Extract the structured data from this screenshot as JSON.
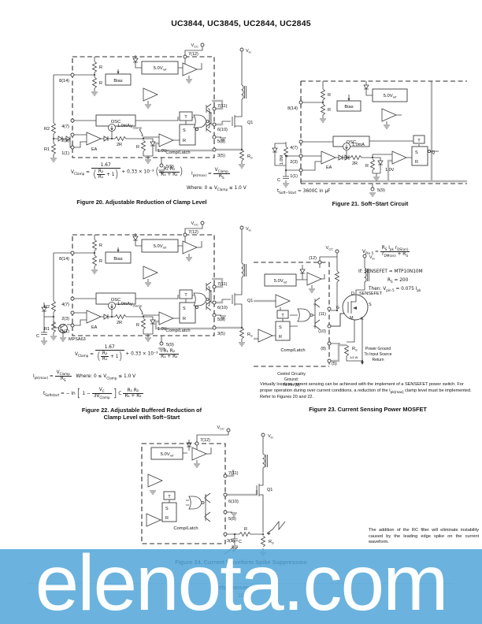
{
  "page": {
    "title": "UC3844, UC3845, UC2844, UC2845"
  },
  "sym": {
    "v": "V",
    "cc": "CC",
    "in": "in",
    "vref": "5.0V",
    "ref": "ref",
    "r": "R",
    "r2": "R2",
    "r1": "R1",
    "rs": "R",
    "s_sub": "S",
    "bias": "Bias",
    "osc": "OSC",
    "ea": "EA",
    "ma": "1.0mA",
    "two_r": "2R",
    "one_v": "1.0V",
    "comp_latch": "Comp/Latch",
    "t": "T",
    "s": "S",
    "q": "Q",
    "q1": "Q1",
    "c": "C",
    "clamp": "Clamp",
    "mpsa63": "MPSA63",
    "one_m": "1.0M"
  },
  "f20": {
    "pins": {
      "p712": "7(12)",
      "p814": "8(14)",
      "p47": "4(7)",
      "p23": "2(3)",
      "p11": "1(1)",
      "p711": "7(11)",
      "p610": "6(10)",
      "p58": "5(8)",
      "p35": "3(5)",
      "p59": "5(9)"
    },
    "formula": {
      "lhs": "V",
      "lhs_sub": "Clamp",
      "eq": "=",
      "n1": "1.67",
      "dfn": "R₂",
      "dfd": "R₁",
      "plus1": "+ 1",
      "mid": "+ 0.33 × 10⁻³",
      "p2n": "R₁ R₂",
      "p2d": "R₁ + R₂",
      "ipk": "I",
      "ipk_sub": "pk(max)",
      "eq2": "=",
      "ipk_n": "V",
      "ipk_n_sub": "Clamp",
      "ipk_d": "R",
      "ipk_d_sub": "S",
      "where1": "Where: 0 ≤ V",
      "where_sub": "Clamp",
      "where2": " ≤ 1.0 V"
    },
    "caption": "Figure 20. Adjustable Reduction of Clamp Level"
  },
  "f21": {
    "pins": {
      "p814": "8(14)",
      "p47": "4(7)",
      "p23": "2(3)",
      "p11": "1(1)",
      "p59": "5(9)"
    },
    "formula": {
      "t": "t",
      "t_sub": "Soft−Start",
      "rest": " ≈ 3600C in μF"
    },
    "caption": "Figure 21. Soft−Start Circuit"
  },
  "f22": {
    "pins": {
      "p712": "7(12)",
      "p814": "8(14)",
      "p47": "4(7)",
      "p23": "2(3)",
      "p11": "1(1)",
      "p711": "7(11)",
      "p610": "6(10)",
      "p58": "5(8)",
      "p35": "3(5)",
      "p59": "5(9)"
    },
    "formula": {
      "lhs": "V",
      "lhs_sub": "Clamp",
      "eq": "=",
      "n1": "1.67",
      "dfn": "R₂",
      "dfd": "R₁",
      "plus1": "+ 1",
      "mid": "+ 0.33 × 10⁻³",
      "p2n": "R₁ R₂",
      "p2d": "R₁ + R₂",
      "ipk": "I",
      "ipk_sub": "pk(max)",
      "eq2": "=",
      "ipk_n": "V",
      "ipk_n_sub": "Clamp",
      "ipk_d": "R",
      "ipk_d_sub": "S",
      "where1": "Where: 0 ≤ V",
      "where_sub": "Clamp",
      "where2": " ≤ 1.0 V",
      "ts": "t",
      "ts_sub": "Softstart",
      "eq3": "= − ln",
      "lb": "[",
      "one_minus": "1 −",
      "vcn": "V",
      "vcn_sub": "C",
      "vcd": "3V",
      "vcd_sub": "Clamp",
      "rb": "]",
      "cf": "C",
      "p3n": "R₁ R₂",
      "p3d": "R₁ + R₂"
    },
    "caption_1": "Figure 22. Adjustable Buffered Reduction of",
    "caption_2": "Clamp Level with Soft−Start"
  },
  "f23": {
    "pins": {
      "p12": "(12)",
      "p11": "(11)",
      "p10": "(10)",
      "p8": "(8)",
      "p5": "(5)"
    },
    "labels": {
      "sensefet": "SENSEFET",
      "d": "D",
      "g": "G",
      "m": "M",
      "s": "S",
      "k": "K",
      "quarter_w": "1/4 W",
      "pg1": "Power Ground",
      "pg2": "To Input Source",
      "pg3": "Return",
      "cg1": "Control Circuitry",
      "cg2": "Ground:",
      "cg3": "To Pin (9)"
    },
    "formula": {
      "lhs": "V",
      "lhs_sub": "Pin 5",
      "approx": "≈",
      "na": "R",
      "na_sub": "S",
      "nb": " I",
      "nb_sub": "pk",
      "nc": " r",
      "nc_sub": "DS(on)",
      "da": "r",
      "da_sub": "DM(on)",
      "db": " + R",
      "db_sub": "S",
      "if_line": "If: SENSEFET = MTP10N10M",
      "rs_base": "R",
      "rs_sub": "S",
      "rs_val": " = 200",
      "then1": "Then: V",
      "then_sub": "pin 5",
      "then2": " = 0.075 I",
      "then_sub2": "pk"
    },
    "note1": "Virtually lossless current sensing can be achieved with the implement of a SENSEFET power switch. For proper operation during over current conditions, a reduction of the I",
    "note_sub": "pk(max)",
    "note2": " clamp level must be implemented. Refer to Figures 20 and 22.",
    "caption": "Figure 23. Current Sensing Power MOSFET"
  },
  "f24": {
    "pins": {
      "p712": "7(12)",
      "p711": "7(11)",
      "p610": "6(10)",
      "p58": "5(8)",
      "p35": "3(5)"
    },
    "note": "The addition of the RC filter will eliminate instability caused by the leading edge spike on the current waveform.",
    "caption": "Figure 24. Current Waveform Spike Suppression"
  },
  "footer": {
    "url": "http://onsemi.com",
    "page_number": "10"
  },
  "watermark": {
    "text": "elenota.com",
    "banner_color": "#56a8d9",
    "text_color": "#fdfeff"
  }
}
